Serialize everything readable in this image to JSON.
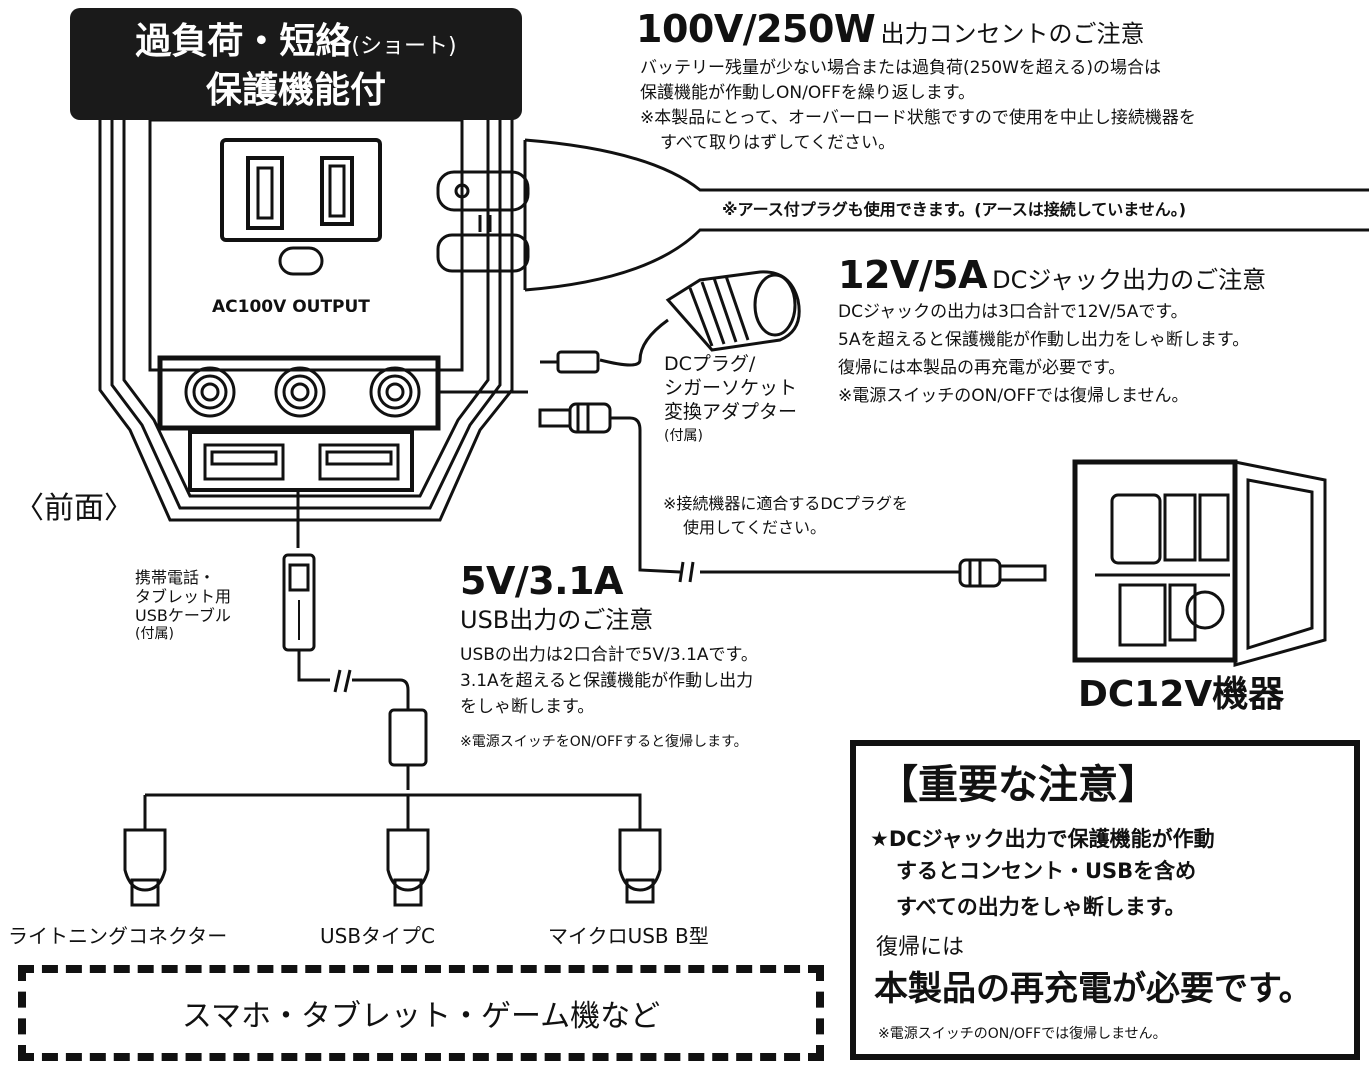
{
  "badge": {
    "line1": "過負荷・短絡",
    "line1_small": "(ショート)",
    "line2": "保護機能付"
  },
  "ac_output_label": "AC100V OUTPUT",
  "front_label": "〈前面〉",
  "ac_section": {
    "title_big": "100V/250W",
    "title_small": "出力コンセントのご注意",
    "lines": [
      "バッテリー残量が少ない場合または過負荷(250Wを超える)の場合は",
      "保護機能が作動しON/OFFを繰り返します。",
      "※本製品にとって、オーバーロード状態ですので使用を中止し接続機器を",
      "すべて取りはずしてください。"
    ],
    "plug_note": "※アース付プラグも使用できます。(アースは接続していません。)"
  },
  "dc_section": {
    "title_big": "12V/5A",
    "title_small": "DCジャック出力のご注意",
    "lines": [
      "DCジャックの出力は3口合計で12V/5Aです。",
      "5Aを超えると保護機能が作動し出力をしゃ断します。",
      "復帰には本製品の再充電が必要です。",
      "※電源スイッチのON/OFFでは復帰しません。"
    ]
  },
  "adapter_label": {
    "lines": [
      "DCプラグ/",
      "シガーソケット",
      "変換アダプター"
    ],
    "note": "(付属)"
  },
  "dc_plug_note": {
    "lines": [
      "※接続機器に適合するDCプラグを",
      "使用してください。"
    ]
  },
  "dc_device_label": "DC12V機器",
  "usb_section": {
    "title_big": "5V/3.1A",
    "title_small": "USB出力のご注意",
    "lines": [
      "USBの出力は2口合計で5V/3.1Aです。",
      "3.1Aを超えると保護機能が作動し出力",
      "をしゃ断します。"
    ],
    "note": "※電源スイッチをON/OFFすると復帰します。"
  },
  "usb_cable_label": {
    "lines": [
      "携帯電話・",
      "タブレット用",
      "USBケーブル"
    ],
    "note": "(付属)"
  },
  "connectors": [
    "ライトニングコネクター",
    "USBタイプC",
    "マイクロUSB B型"
  ],
  "devices_label": "スマホ・タブレット・ゲーム機など",
  "important": {
    "title": "【重要な注意】",
    "line1": "★DCジャック出力で保護機能が作動",
    "line2": "するとコンセント・USBを含め",
    "line3": "すべての出力をしゃ断します。",
    "line4": "復帰には",
    "line5": "本製品の再充電が必要です。",
    "note": "※電源スイッチのON/OFFでは復帰しません。"
  }
}
